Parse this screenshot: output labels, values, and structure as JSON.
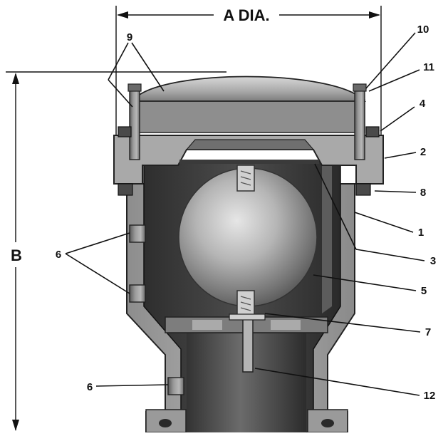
{
  "diagram": {
    "dimension_a_label": "A DIA.",
    "dimension_b_label": "B",
    "callouts": {
      "c9": "9",
      "c10": "10",
      "c11": "11",
      "c4": "4",
      "c2": "2",
      "c8": "8",
      "c1": "1",
      "c3": "3",
      "c5": "5",
      "c7": "7",
      "c6a": "6",
      "c6b": "6",
      "c12": "12"
    }
  }
}
